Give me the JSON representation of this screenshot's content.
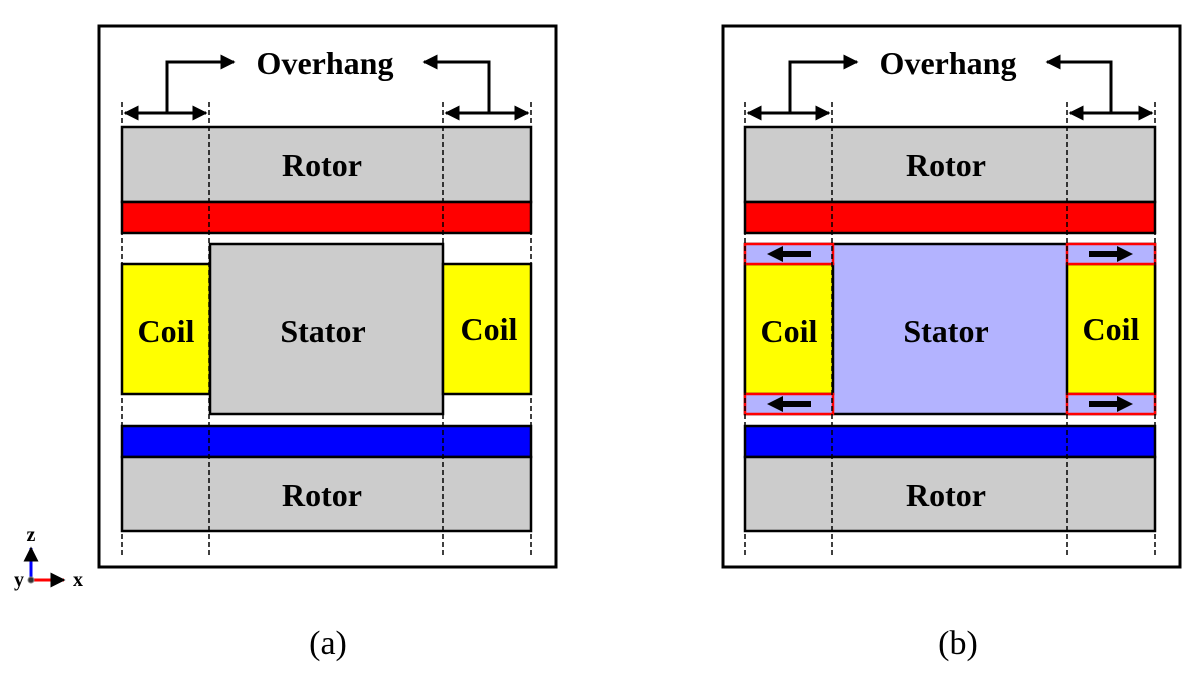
{
  "panels": [
    {
      "id": "a",
      "caption": "(a)",
      "overhang_label": "Overhang",
      "top_rotor_label": "Rotor",
      "bottom_rotor_label": "Rotor",
      "stator_label": "Stator",
      "left_coil_label": "Coil",
      "right_coil_label": "Coil",
      "stator_color": "#cccccc",
      "shows_end_arrows": false
    },
    {
      "id": "b",
      "caption": "(b)",
      "overhang_label": "Overhang",
      "top_rotor_label": "Rotor",
      "bottom_rotor_label": "Rotor",
      "stator_label": "Stator",
      "left_coil_label": "Coil",
      "right_coil_label": "Coil",
      "stator_color": "#b3b3ff",
      "shows_end_arrows": true,
      "end_arrow_directions": [
        "left",
        "right",
        "left",
        "right"
      ]
    }
  ],
  "colors": {
    "rotor": "#cccccc",
    "magnet_top": "#ff0000",
    "magnet_bottom": "#0000ff",
    "coil": "#ffff00",
    "end_region_outline": "#ff0000",
    "outline": "#000000"
  },
  "axes_triad": {
    "z_label": "z",
    "y_label": "y",
    "x_label": "x",
    "z_color": "#0000ff",
    "y_color": "#00aa00",
    "x_color": "#ff0000"
  }
}
